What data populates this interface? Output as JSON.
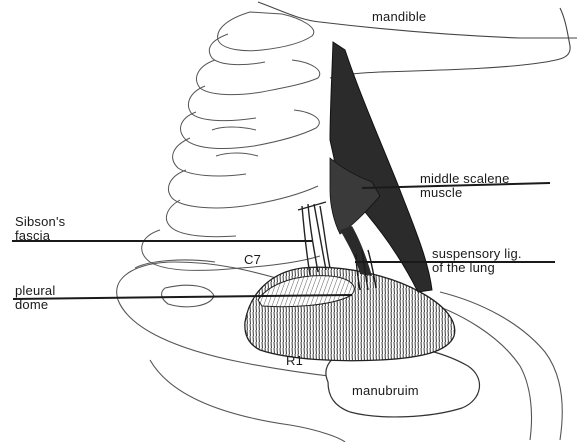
{
  "labels": {
    "mandible": "mandible",
    "middle_scalene": [
      "middle scalene",
      "muscle"
    ],
    "sibsons_fascia": [
      "Sibson's",
      "fascia"
    ],
    "suspensory_lig": [
      "suspensory lig.",
      "of the lung"
    ],
    "pleural_dome": [
      "pleural",
      "dome"
    ],
    "c7": "C7",
    "r1": "R1",
    "manubrium": "manubruim"
  }
}
